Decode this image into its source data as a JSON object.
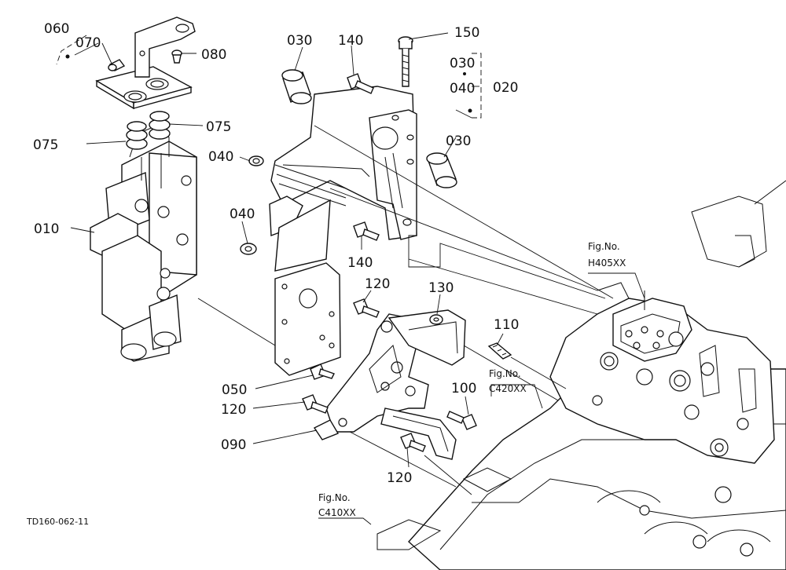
{
  "diagram": {
    "drawing_code": "TD160-062-11",
    "callouts": {
      "p060": "060",
      "p070": "070",
      "p080": "080",
      "p075a": "075",
      "p075b": "075",
      "p010": "010",
      "p030a": "030",
      "p140a": "140",
      "p150": "150",
      "p030b": "030",
      "p040b": "040",
      "p020": "020",
      "p030c": "030",
      "p040a": "040",
      "p040c": "040",
      "p140b": "140",
      "p120a": "120",
      "p130": "130",
      "p110": "110",
      "p050": "050",
      "p100": "100",
      "p120b": "120",
      "p090": "090",
      "p120c": "120"
    },
    "figure_refs": [
      {
        "label": "Fig.No.",
        "number": "H405XX"
      },
      {
        "label": "Fig.No.",
        "number": "C420XX"
      },
      {
        "label": "Fig.No.",
        "number": "C410XX"
      }
    ]
  }
}
